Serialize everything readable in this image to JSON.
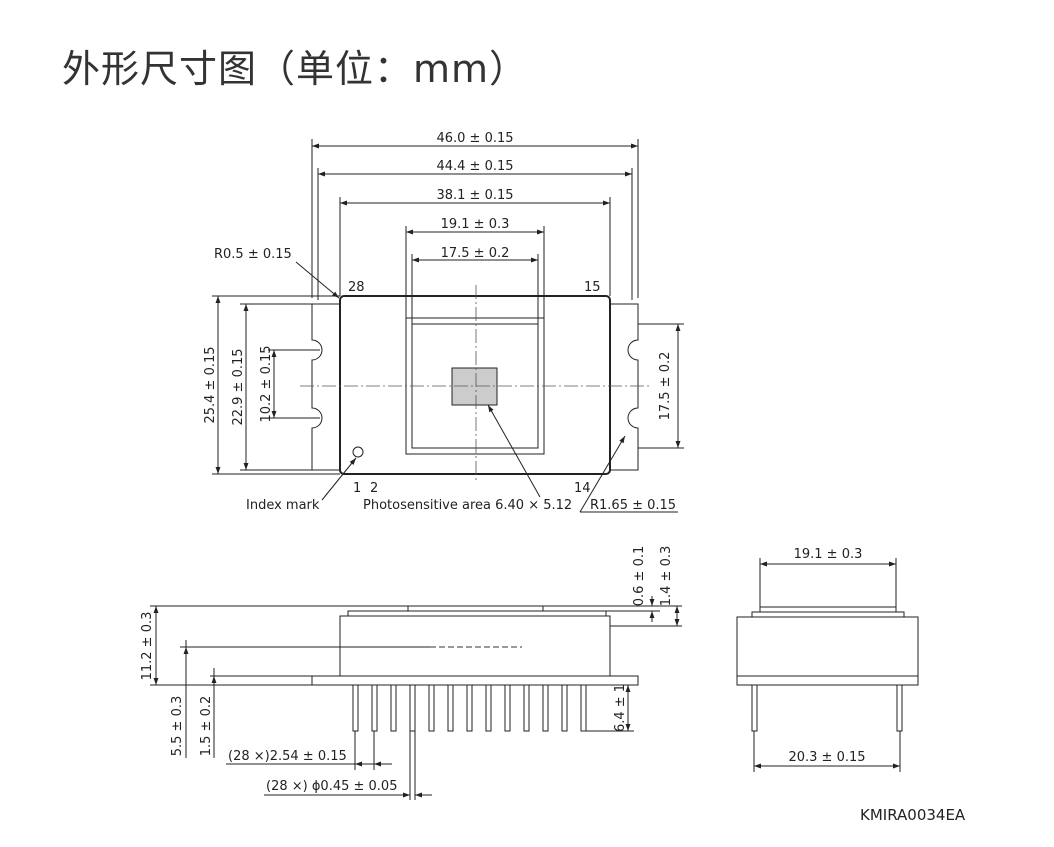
{
  "title": "外形尺寸图（单位：mm）",
  "doc_code": "KMIRA0034EA",
  "top_view": {
    "width_overall": "46.0 ± 0.15",
    "width_ears": "44.4 ± 0.15",
    "width_body": "38.1 ± 0.15",
    "window_outer": "19.1 ± 0.3",
    "window_inner": "17.5 ± 0.2",
    "corner_radius": "R0.5 ± 0.15",
    "height_overall": "25.4 ± 0.15",
    "height_body": "22.9 ± 0.15",
    "notch_pitch": "10.2 ± 0.15",
    "right_height": "17.5 ± 0.2",
    "pin_label_28": "28",
    "pin_label_15": "15",
    "pin_label_1": "1",
    "pin_label_2": "2",
    "pin_label_14": "14",
    "index_mark": "Index mark",
    "photosensitive": "Photosensitive area 6.40 × 5.12",
    "notch_radius": "R1.65 ± 0.15"
  },
  "side_view": {
    "window_thickness": "0.6 ± 0.1",
    "top_thickness": "1.4 ± 0.3",
    "total_height": "11.2 ± 0.3",
    "surface_height": "5.5 ± 0.3",
    "base_thickness": "1.5 ± 0.2",
    "lead_length": "6.4 ± 1",
    "pin_pitch": "(28 ×)2.54 ± 0.15",
    "pin_diameter": "(28 ×) ϕ0.45 ± 0.05"
  },
  "end_view": {
    "window_width": "19.1 ± 0.3",
    "row_spacing": "20.3 ± 0.15"
  }
}
